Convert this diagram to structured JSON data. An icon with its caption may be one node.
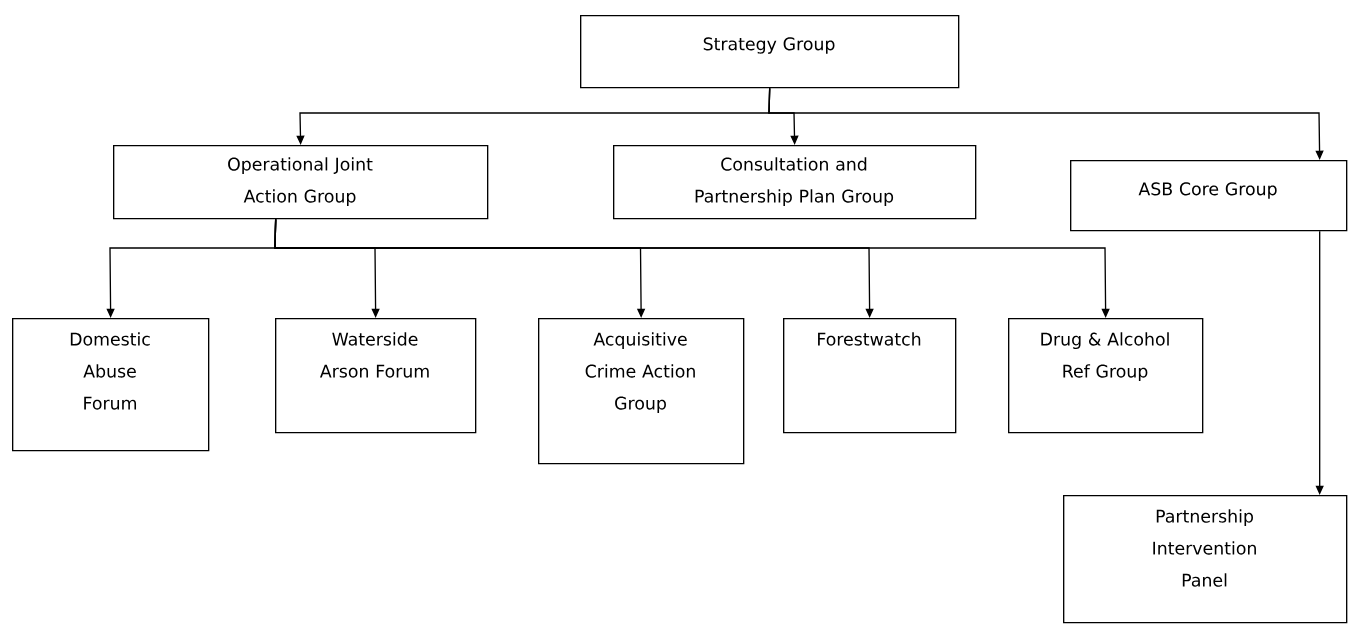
{
  "diagram": {
    "nodes": [
      {
        "text": [
          "Strategy Group"
        ]
      },
      {
        "text": [
          "Operational Joint Action Group"
        ]
      },
      {
        "text": [
          "Consultation and Partnership Plan Group"
        ]
      },
      {
        "text": [
          "ASB Core Group"
        ]
      },
      {
        "text": [
          "Domestic Abuse Forum"
        ]
      },
      {
        "text": [
          "Waterside Arson Forum"
        ]
      },
      {
        "text": [
          "Acquisitive Crime Action Group"
        ]
      },
      {
        "text": [
          "Forestwatch"
        ]
      },
      {
        "text": [
          "Drug & Alcohol Ref Group"
        ]
      },
      {
        "text": [
          "Partnership Intervention Panel"
        ]
      }
    ],
    "edges": [
      {
        "from": 0,
        "to": 1,
        "arrow": "to"
      },
      {
        "from": 0,
        "to": 2,
        "arrow": "to"
      },
      {
        "from": 0,
        "to": 3,
        "arrow": "to"
      },
      {
        "from": 1,
        "to": 4,
        "arrow": "to"
      },
      {
        "from": 1,
        "to": 5,
        "arrow": "to"
      },
      {
        "from": 1,
        "to": 6,
        "arrow": "to"
      },
      {
        "from": 1,
        "to": 7,
        "arrow": "to"
      },
      {
        "from": 1,
        "to": 8,
        "arrow": "to"
      },
      {
        "from": 3,
        "to": 9,
        "arrow": "to"
      }
    ]
  }
}
